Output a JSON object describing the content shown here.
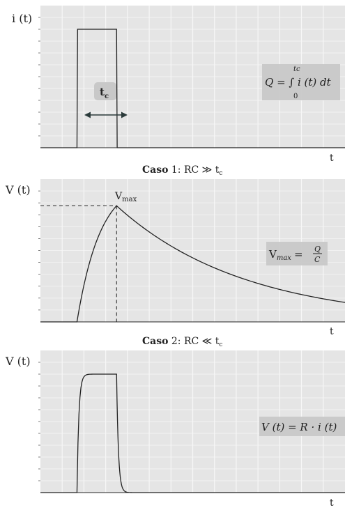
{
  "chart_data": [
    {
      "type": "line",
      "ylabel": "i (t)",
      "xlabel": "t",
      "x": [
        0,
        0.12,
        0.122,
        0.25,
        0.252,
        1.0
      ],
      "y": [
        0,
        0,
        1,
        1,
        0,
        0
      ],
      "xlim": [
        0,
        1
      ],
      "ylim": [
        0,
        1.2
      ],
      "annotations": {
        "pulse_width": "t",
        "pulse_width_sub": "c",
        "formula": "Q = ∫ i (t) dt",
        "integral_upper": "tc",
        "integral_lower": "0"
      },
      "grid": true
    },
    {
      "type": "line",
      "title_bold": "Caso",
      "title": " 1: RC ≫ t",
      "title_sub": "c",
      "ylabel": "V (t)",
      "xlabel": "t",
      "description": "charging from pulse start to peak at pulse end, then exponential decay",
      "rise": {
        "x0": 0.12,
        "x1": 0.25,
        "y0": 0,
        "y1": 1.0
      },
      "decay": {
        "x0": 0.25,
        "x1": 1.0,
        "tau": 0.42
      },
      "peak": {
        "x": 0.25,
        "y": 1.0,
        "label": "V",
        "label_sub": "max"
      },
      "xlim": [
        0,
        1
      ],
      "ylim": [
        0,
        1.23
      ],
      "annotations": {
        "formula_lhs": "V",
        "formula_sub": "max",
        "formula_eq": "=",
        "formula_num": "Q",
        "formula_den": "C"
      },
      "grid": true
    },
    {
      "type": "line",
      "title_bold": "Caso",
      "title": " 2: RC ≪ t",
      "title_sub": "c",
      "ylabel": "V (t)",
      "xlabel": "t",
      "description": "fast rise and fall following the current pulse",
      "pulse": {
        "x_on": 0.12,
        "x_off": 0.25,
        "tau": 0.006,
        "amplitude": 1.0
      },
      "xlim": [
        0,
        1
      ],
      "ylim": [
        0,
        1.2
      ],
      "annotations": {
        "formula": "V (t) = R · i (t)"
      },
      "grid": true
    }
  ]
}
